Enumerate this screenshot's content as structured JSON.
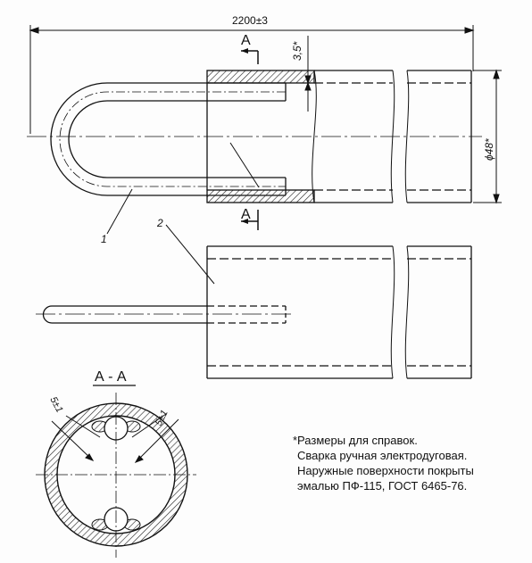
{
  "drawing": {
    "overall_length": "2200±3",
    "wall_offset": "3,5*",
    "diameter": "ϕ48*",
    "section_marker": "A",
    "section_title": "А - А",
    "weld_size_left": "5±1",
    "weld_size_right": "5±1",
    "leader_1": "1",
    "leader_2": "2",
    "notes": [
      "*Размеры для справок.",
      "Сварка ручная электродуговая.",
      "Наружные поверхности покрыты",
      "эмалью ПФ-115, ГОСТ 6465-76."
    ]
  }
}
